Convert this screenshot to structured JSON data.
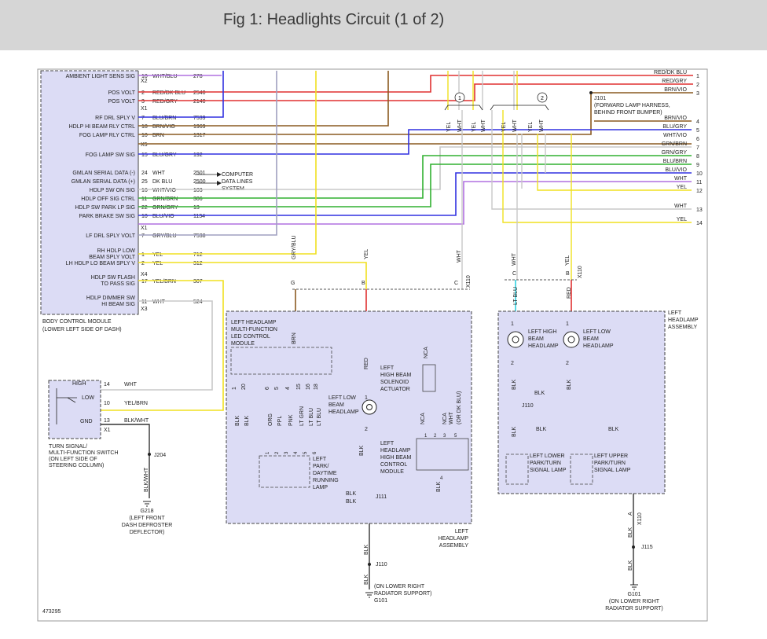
{
  "header": {
    "title": "Fig 1: Headlights Circuit (1 of 2)"
  },
  "diagram_id": "473295",
  "bcm": {
    "pins": [
      {
        "label": "AMBIENT LIGHT SENS SIG",
        "num": "10",
        "color": "WHT/BLU",
        "circuit": "278"
      },
      {
        "label": "POS VOLT",
        "num": "2",
        "color": "RED/DK BLU",
        "circuit": "2540"
      },
      {
        "label": "POS VOLT",
        "num": "3",
        "color": "RED/GRY",
        "circuit": "2140"
      },
      {
        "label": "RF DRL SPLY V",
        "num": "7",
        "color": "BLU/BRN",
        "circuit": "7539"
      },
      {
        "label": "HDLP HI BEAM RLY CTRL",
        "num": "18",
        "color": "BRN/VIO",
        "circuit": "1969"
      },
      {
        "label": "FOG LAMP RLY CTRL",
        "num": "10",
        "color": "BRN",
        "circuit": "1317"
      },
      {
        "label": "FOG LAMP SW SIG",
        "num": "15",
        "color": "BLU/GRY",
        "circuit": "192"
      },
      {
        "label": "GMLAN SERIAL DATA (-)",
        "num": "24",
        "color": "WHT",
        "circuit": "2501"
      },
      {
        "label": "GMLAN SERIAL DATA (+)",
        "num": "25",
        "color": "DK BLU",
        "circuit": "2500"
      },
      {
        "label": "HDLP SW ON SIG",
        "num": "16",
        "color": "WHT/VIO",
        "circuit": "103"
      },
      {
        "label": "HDLP OFF SIG CTRL",
        "num": "11",
        "color": "GRN/BRN",
        "circuit": "306"
      },
      {
        "label": "HDLP SW PARK LP SIG",
        "num": "22",
        "color": "GRN/GRY",
        "circuit": "13"
      },
      {
        "label": "PARK BRAKE SW SIG",
        "num": "10",
        "color": "BLU/VIO",
        "circuit": "1134"
      },
      {
        "label": "LF DRL SPLY VOLT",
        "num": "7",
        "color": "GRY/BLU",
        "circuit": "7538"
      },
      {
        "label": "RH HDLP LOW",
        "label2": "BEAM SPLY VOLT",
        "num": "1",
        "color": "YEL",
        "circuit": "712"
      },
      {
        "label": "LH HDLP LO BEAM SPLY V",
        "num": "2",
        "color": "YEL",
        "circuit": "312"
      },
      {
        "label": "HDLP SW FLASH",
        "label2": "TO PASS SIG",
        "num": "17",
        "color": "YEL/BRN",
        "circuit": "307"
      },
      {
        "label": "HDLP DIMMER SW",
        "label2": "HI BEAM SIG",
        "num": "11",
        "color": "WHT",
        "circuit": "524"
      }
    ],
    "connectors": [
      "X2",
      "X1",
      "X5",
      "X1",
      "X4",
      "X3"
    ],
    "name": "BODY CONTROL MODULE",
    "location": "(LOWER LEFT SIDE OF DASH)"
  },
  "computer_data": [
    "COMPUTER",
    "DATA LINES",
    "SYSTEM"
  ],
  "right_wires": [
    {
      "num": "1",
      "color": "RED/DK BLU"
    },
    {
      "num": "2",
      "color": "RED/GRY"
    },
    {
      "num": "3",
      "color": "BRN/VIO"
    },
    {
      "num": "4",
      "color": "BRN/VIO"
    },
    {
      "num": "5",
      "color": "BLU/GRY"
    },
    {
      "num": "6",
      "color": "WHT/VIO"
    },
    {
      "num": "7",
      "color": "GRN/BRN"
    },
    {
      "num": "8",
      "color": "GRN/GRY"
    },
    {
      "num": "9",
      "color": "BLU/BRN"
    },
    {
      "num": "10",
      "color": "BLU/VIO"
    },
    {
      "num": "11",
      "color": "WHT"
    },
    {
      "num": "12",
      "color": "YEL"
    },
    {
      "num": "13",
      "color": "WHT"
    },
    {
      "num": "14",
      "color": "YEL"
    }
  ],
  "j101": [
    "J101",
    "(FORWARD LAMP HARNESS,",
    "BEHIND FRONT BUMPER)"
  ],
  "splice_nums": [
    "1",
    "2"
  ],
  "top_wire_labels": [
    "YEL",
    "WHT",
    "YEL",
    "WHT",
    "YEL",
    "WHT",
    "YEL",
    "WHT"
  ],
  "x110": {
    "label": "X110",
    "pins_left": [
      "G",
      "B",
      "C"
    ],
    "pins_right": [
      "C",
      "B"
    ],
    "wires_left": [
      "GRY/BLU",
      "YEL",
      "WHT"
    ],
    "wires_right": [
      "WHT",
      "YEL"
    ]
  },
  "left_assembly": {
    "led_module": [
      "LEFT HEADLAMP",
      "MULTI-FUNCTION",
      "LED CONTROL",
      "MODULE"
    ],
    "brn": "BRN",
    "pins": [
      "1",
      "20",
      "6",
      "5",
      "4",
      "15",
      "16",
      "18"
    ],
    "pin_wires": [
      "BLK",
      "BLK",
      "ORG",
      "PPL",
      "PNK",
      "LT GRN",
      "LT BLU",
      "LT BLU"
    ],
    "drl_lamp": [
      "LEFT",
      "PARK/",
      "DAYTIME",
      "RUNNING",
      "LAMP"
    ],
    "drl_pins": [
      "1",
      "2",
      "3",
      "4",
      "5",
      "6"
    ],
    "low_beam": [
      "LEFT LOW",
      "BEAM",
      "HEADLAMP"
    ],
    "red": "RED",
    "pin1": "1",
    "pin2": "2",
    "blk": "BLK",
    "solenoid": [
      "LEFT",
      "HIGH BEAM",
      "SOLENOID",
      "ACTUATOR"
    ],
    "nca_labels": [
      "NCA",
      "NCA",
      "NCA",
      "WHT",
      "(OR DK BLU)"
    ],
    "ctrl_module": [
      "LEFT",
      "HEADLAMP",
      "HIGH BEAM",
      "CONTROL",
      "MODULE"
    ],
    "ctrl_pins": [
      "1",
      "2",
      "3",
      "5",
      "4"
    ],
    "j111": "J111",
    "blk_labels": [
      "BLK",
      "BLK",
      "BLK",
      "BLK"
    ],
    "name": [
      "LEFT",
      "HEADLAMP",
      "ASSEMBLY"
    ]
  },
  "right_assembly": {
    "name": [
      "LEFT",
      "HEADLAMP",
      "ASSEMBLY"
    ],
    "hi_beam": [
      "LEFT HIGH",
      "BEAM",
      "HEADLAMP"
    ],
    "lo_beam": [
      "LEFT LOW",
      "BEAM",
      "HEADLAMP"
    ],
    "lt_blu": "LT BLU",
    "red": "RED",
    "pin1": "1",
    "pin2": "2",
    "blk": "BLK",
    "j110": "J110",
    "lower_park": [
      "LEFT LOWER",
      "PARK/TURN",
      "SIGNAL LAMP"
    ],
    "upper_park": [
      "LEFT UPPER",
      "PARK/TURN",
      "SIGNAL LAMP"
    ]
  },
  "switch": {
    "high": "HIGH",
    "low": "LOW",
    "gnd": "GND",
    "pins": [
      "14",
      "10",
      "13"
    ],
    "wires": [
      "WHT",
      "YEL/BRN",
      "BLK/WHT"
    ],
    "conn": "X1",
    "name": [
      "TURN SIGNAL/",
      "MULTI-FUNCTION SWITCH",
      "(ON LEFT SIDE OF",
      "STEERING COLUMN)"
    ],
    "j204": "J204",
    "blkwht": "BLK/WHT",
    "ground": [
      "G218",
      "(LEFT FRONT",
      "DASH DEFROSTER",
      "DEFLECTOR)"
    ]
  },
  "bottom": {
    "blk": "BLK",
    "j110": "J110",
    "g101_left": [
      "(ON LOWER RIGHT",
      "RADIATOR SUPPORT)",
      "G101"
    ],
    "x110": "X110",
    "pin_a": "A",
    "j115": "J115",
    "g101_right": [
      "G101",
      "(ON LOWER RIGHT",
      "RADIATOR SUPPORT)"
    ]
  }
}
